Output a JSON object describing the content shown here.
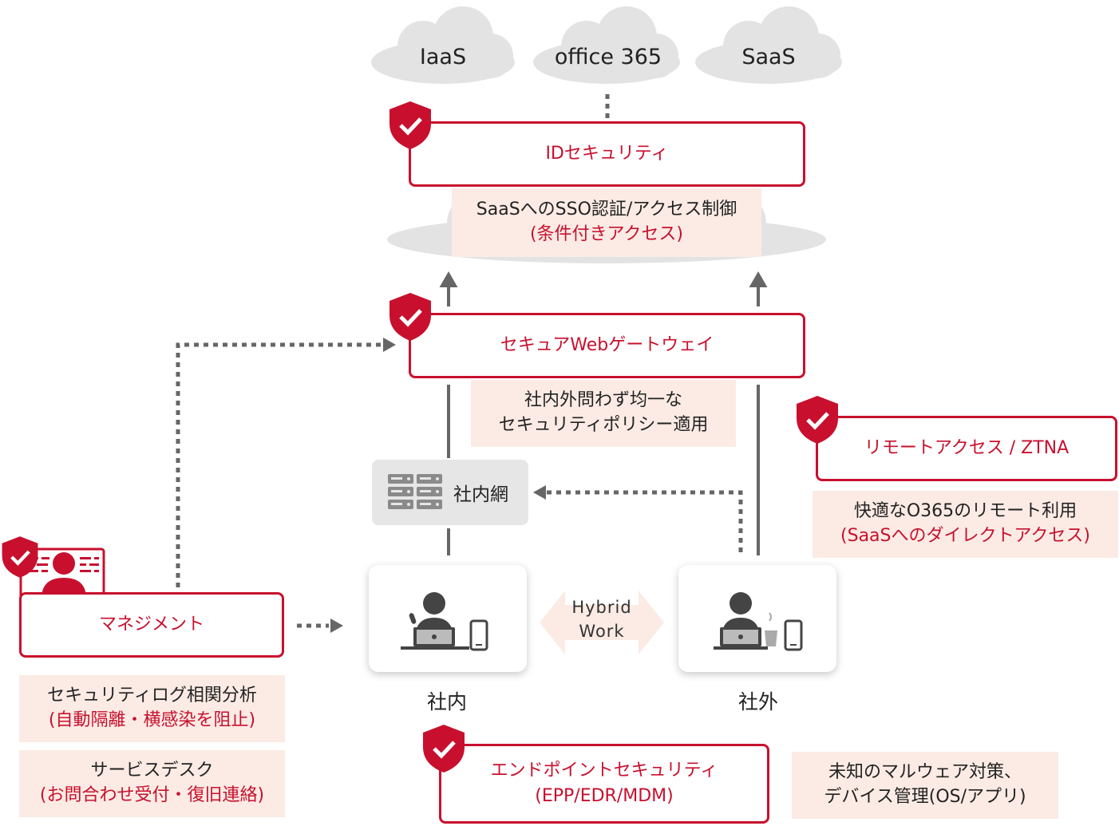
{
  "clouds": {
    "iaas": "IaaS",
    "office365": "office 365",
    "saas": "SaaS"
  },
  "id_security": {
    "label": "IDセキュリティ",
    "note_line1": "SaaSへのSSO認証/アクセス制御",
    "note_line2": "(条件付きアクセス)"
  },
  "swg": {
    "label": "セキュアWebゲートウェイ",
    "note_line1": "社内外問わず均一な",
    "note_line2": "セキュリティポリシー適用"
  },
  "ztna": {
    "label": "リモートアクセス / ZTNA",
    "note_line1": "快適なO365のリモート利用",
    "note_line2": "(SaaSへのダイレクトアクセス)"
  },
  "network": {
    "label": "社内網"
  },
  "management": {
    "label": "マネジメント",
    "note1_line1": "セキュリティログ相関分析",
    "note1_line2": "(自動隔離・横感染を阻止)",
    "note2_line1": "サービスデスク",
    "note2_line2": "(お問合わせ受付・復旧連絡)"
  },
  "hybrid": {
    "line1": "Hybrid",
    "line2": "Work"
  },
  "locations": {
    "inside": "社内",
    "outside": "社外"
  },
  "endpoint": {
    "label_line1": "エンドポイントセキュリティ",
    "label_line2": "(EPP/EDR/MDM)",
    "note_line1": "未知のマルウェア対策、",
    "note_line2": "デバイス管理(OS/アプリ)"
  },
  "colors": {
    "accent": "#c8102e",
    "note_bg": "#fbebe4",
    "cloud": "#e3e3e3",
    "line": "#666666"
  }
}
